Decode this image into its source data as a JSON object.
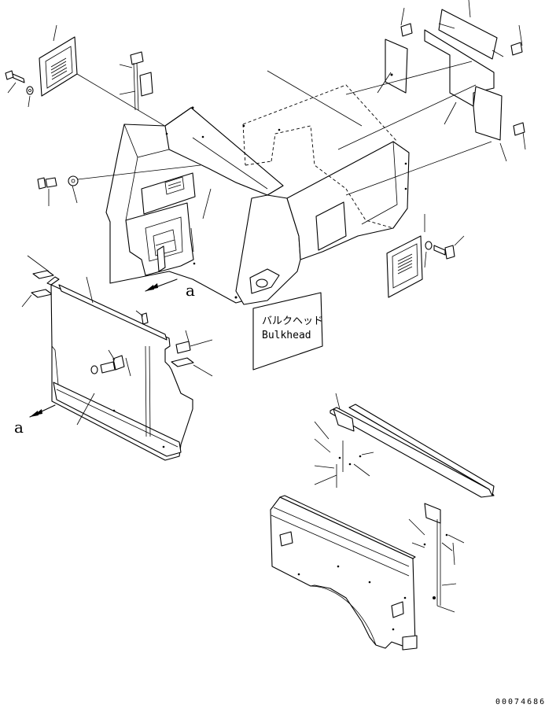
{
  "labels": {
    "bulkhead_jp": "バルクヘッド",
    "bulkhead_en": "Bulkhead",
    "view_marker_top": "a",
    "view_marker_left": "a",
    "drawing_number": "00074686"
  }
}
